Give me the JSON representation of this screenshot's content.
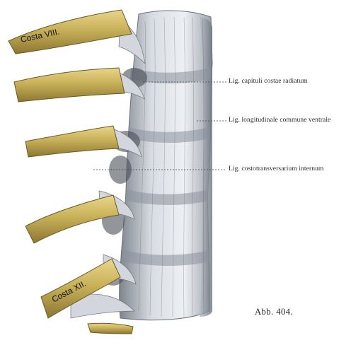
{
  "figure": {
    "caption": "Abb. 404."
  },
  "labels": {
    "lig_capituli": "Lig. capituli costae radiatum",
    "lig_longitudinale": "Lig. longitudinale commune ventrale",
    "lig_costotransversarium": "Lig. costotransversarium internum"
  },
  "ribs": {
    "upper": "Costa VIII.",
    "lower": "Costa XII."
  },
  "colors": {
    "bone": "#c7b05a",
    "ligament": "#c9ced6",
    "shadow": "#5f6670",
    "text": "#2a2a2a"
  }
}
